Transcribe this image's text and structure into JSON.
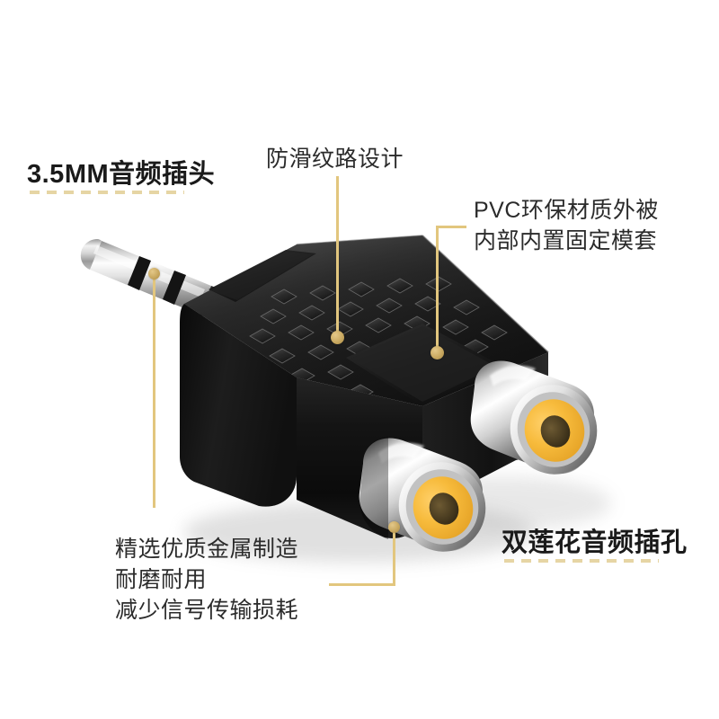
{
  "page": {
    "background_color": "#ffffff",
    "accent_color": "#c9a961",
    "leader_line_color": "#e2c67e",
    "dash_color": "#e6d5a4",
    "text_color": "#1a1a1a"
  },
  "headings": {
    "plug": "3.5MM音频插头",
    "jacks": "双莲花音频插孔"
  },
  "callouts": {
    "texture": "防滑纹路设计",
    "pvc_line1": "PVC环保材质外被",
    "pvc_line2": "内部内置固定模套",
    "metal_line1": "精选优质金属制造",
    "metal_line2": "耐磨耐用",
    "metal_line3": "减少信号传输损耗"
  },
  "product": {
    "type": "3.5mm male to dual RCA female audio adapter",
    "body_color": "#151515",
    "plug_metal_color": "#d8d8d8",
    "jack_ring_color": "#f5b733",
    "jack_metal_color": "#dcdcdc"
  }
}
